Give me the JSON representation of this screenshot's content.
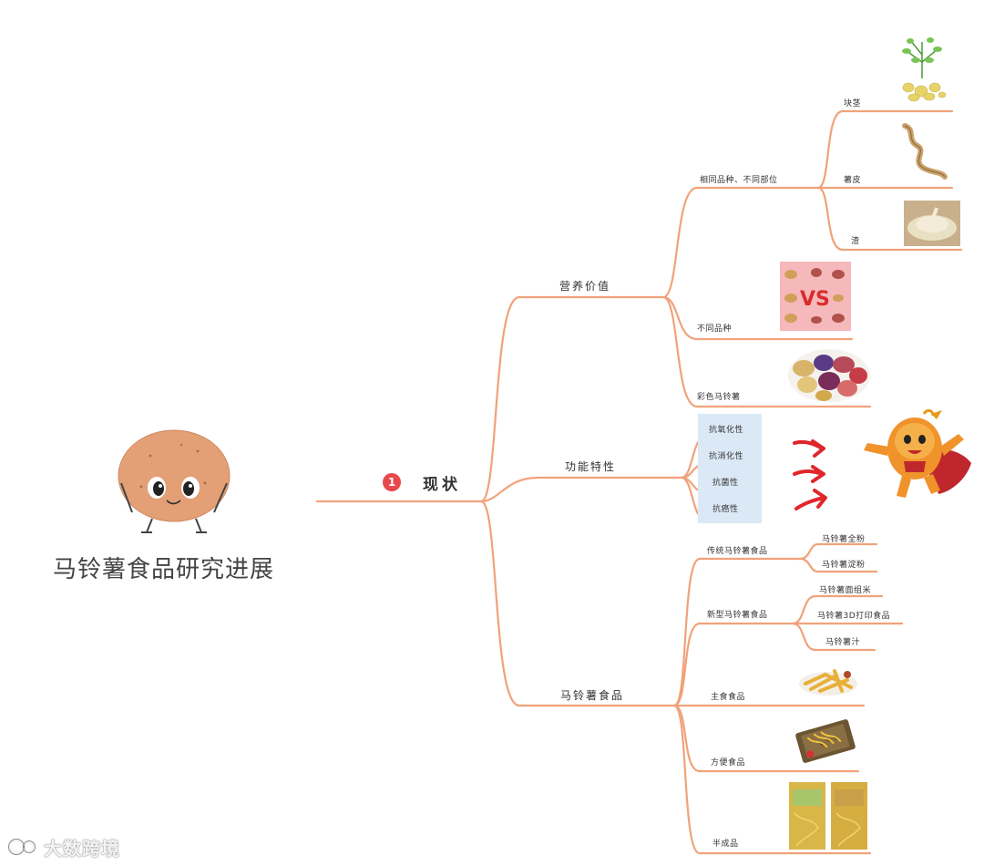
{
  "root": {
    "title": "马铃薯食品研究进展"
  },
  "main_node": {
    "badge": "1",
    "label": "现状"
  },
  "branches": {
    "nutrition": {
      "label": "营养价值",
      "same_variety": {
        "label": "相同品种、不同部位",
        "parts": [
          "块茎",
          "薯皮",
          "渣"
        ]
      },
      "diff_variety": {
        "label": "不同品种",
        "vs_text": "VS"
      },
      "colored": {
        "label": "彩色马铃薯"
      }
    },
    "functional": {
      "label": "功能特性",
      "items": [
        "抗氧化性",
        "抗消化性",
        "抗菌性",
        "抗癌性"
      ]
    },
    "foods": {
      "label": "马铃薯食品",
      "traditional": {
        "label": "传统马铃薯食品",
        "items": [
          "马铃薯全粉",
          "马铃薯淀粉"
        ]
      },
      "novel": {
        "label": "新型马铃薯食品",
        "items": [
          "马铃薯面组米",
          "马铃薯3D打印食品",
          "马铃薯汁"
        ]
      },
      "staple": {
        "label": "主食食品"
      },
      "convenience": {
        "label": "方便食品"
      },
      "semi": {
        "label": "半成品"
      }
    }
  },
  "watermark": {
    "text": "大数跨境"
  },
  "colors": {
    "branch": "#f0a27a",
    "badge": "#e8484c",
    "highlight": "#dbe9f6",
    "arrow": "#e0262b"
  }
}
